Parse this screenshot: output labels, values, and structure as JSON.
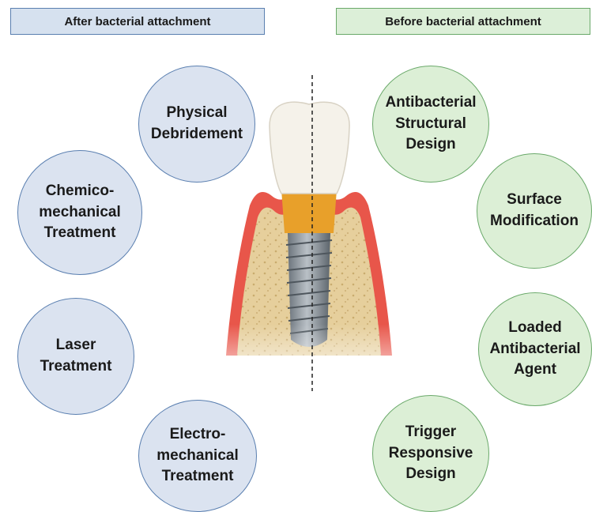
{
  "headers": {
    "left": "After bacterial attachment",
    "right": "Before bacterial attachment"
  },
  "left_methods": [
    "Physical\nDebridement",
    "Chemico-\nmechanical\nTreatment",
    "Laser\nTreatment",
    "Electro-\nmechanical\nTreatment"
  ],
  "right_methods": [
    "Antibacterial\nStructural\nDesign",
    "Surface\nModification",
    "Loaded\nAntibacterial\nAgent",
    "Trigger\nResponsive\nDesign"
  ],
  "colors": {
    "left_fill": "#dbe3f0",
    "right_fill": "#dcefd6",
    "gum": "#e8564a",
    "bone": "#e6cf9c",
    "abutment": "#e8a02a",
    "crown": "#f5f2ea",
    "screw": "#8a939c"
  }
}
